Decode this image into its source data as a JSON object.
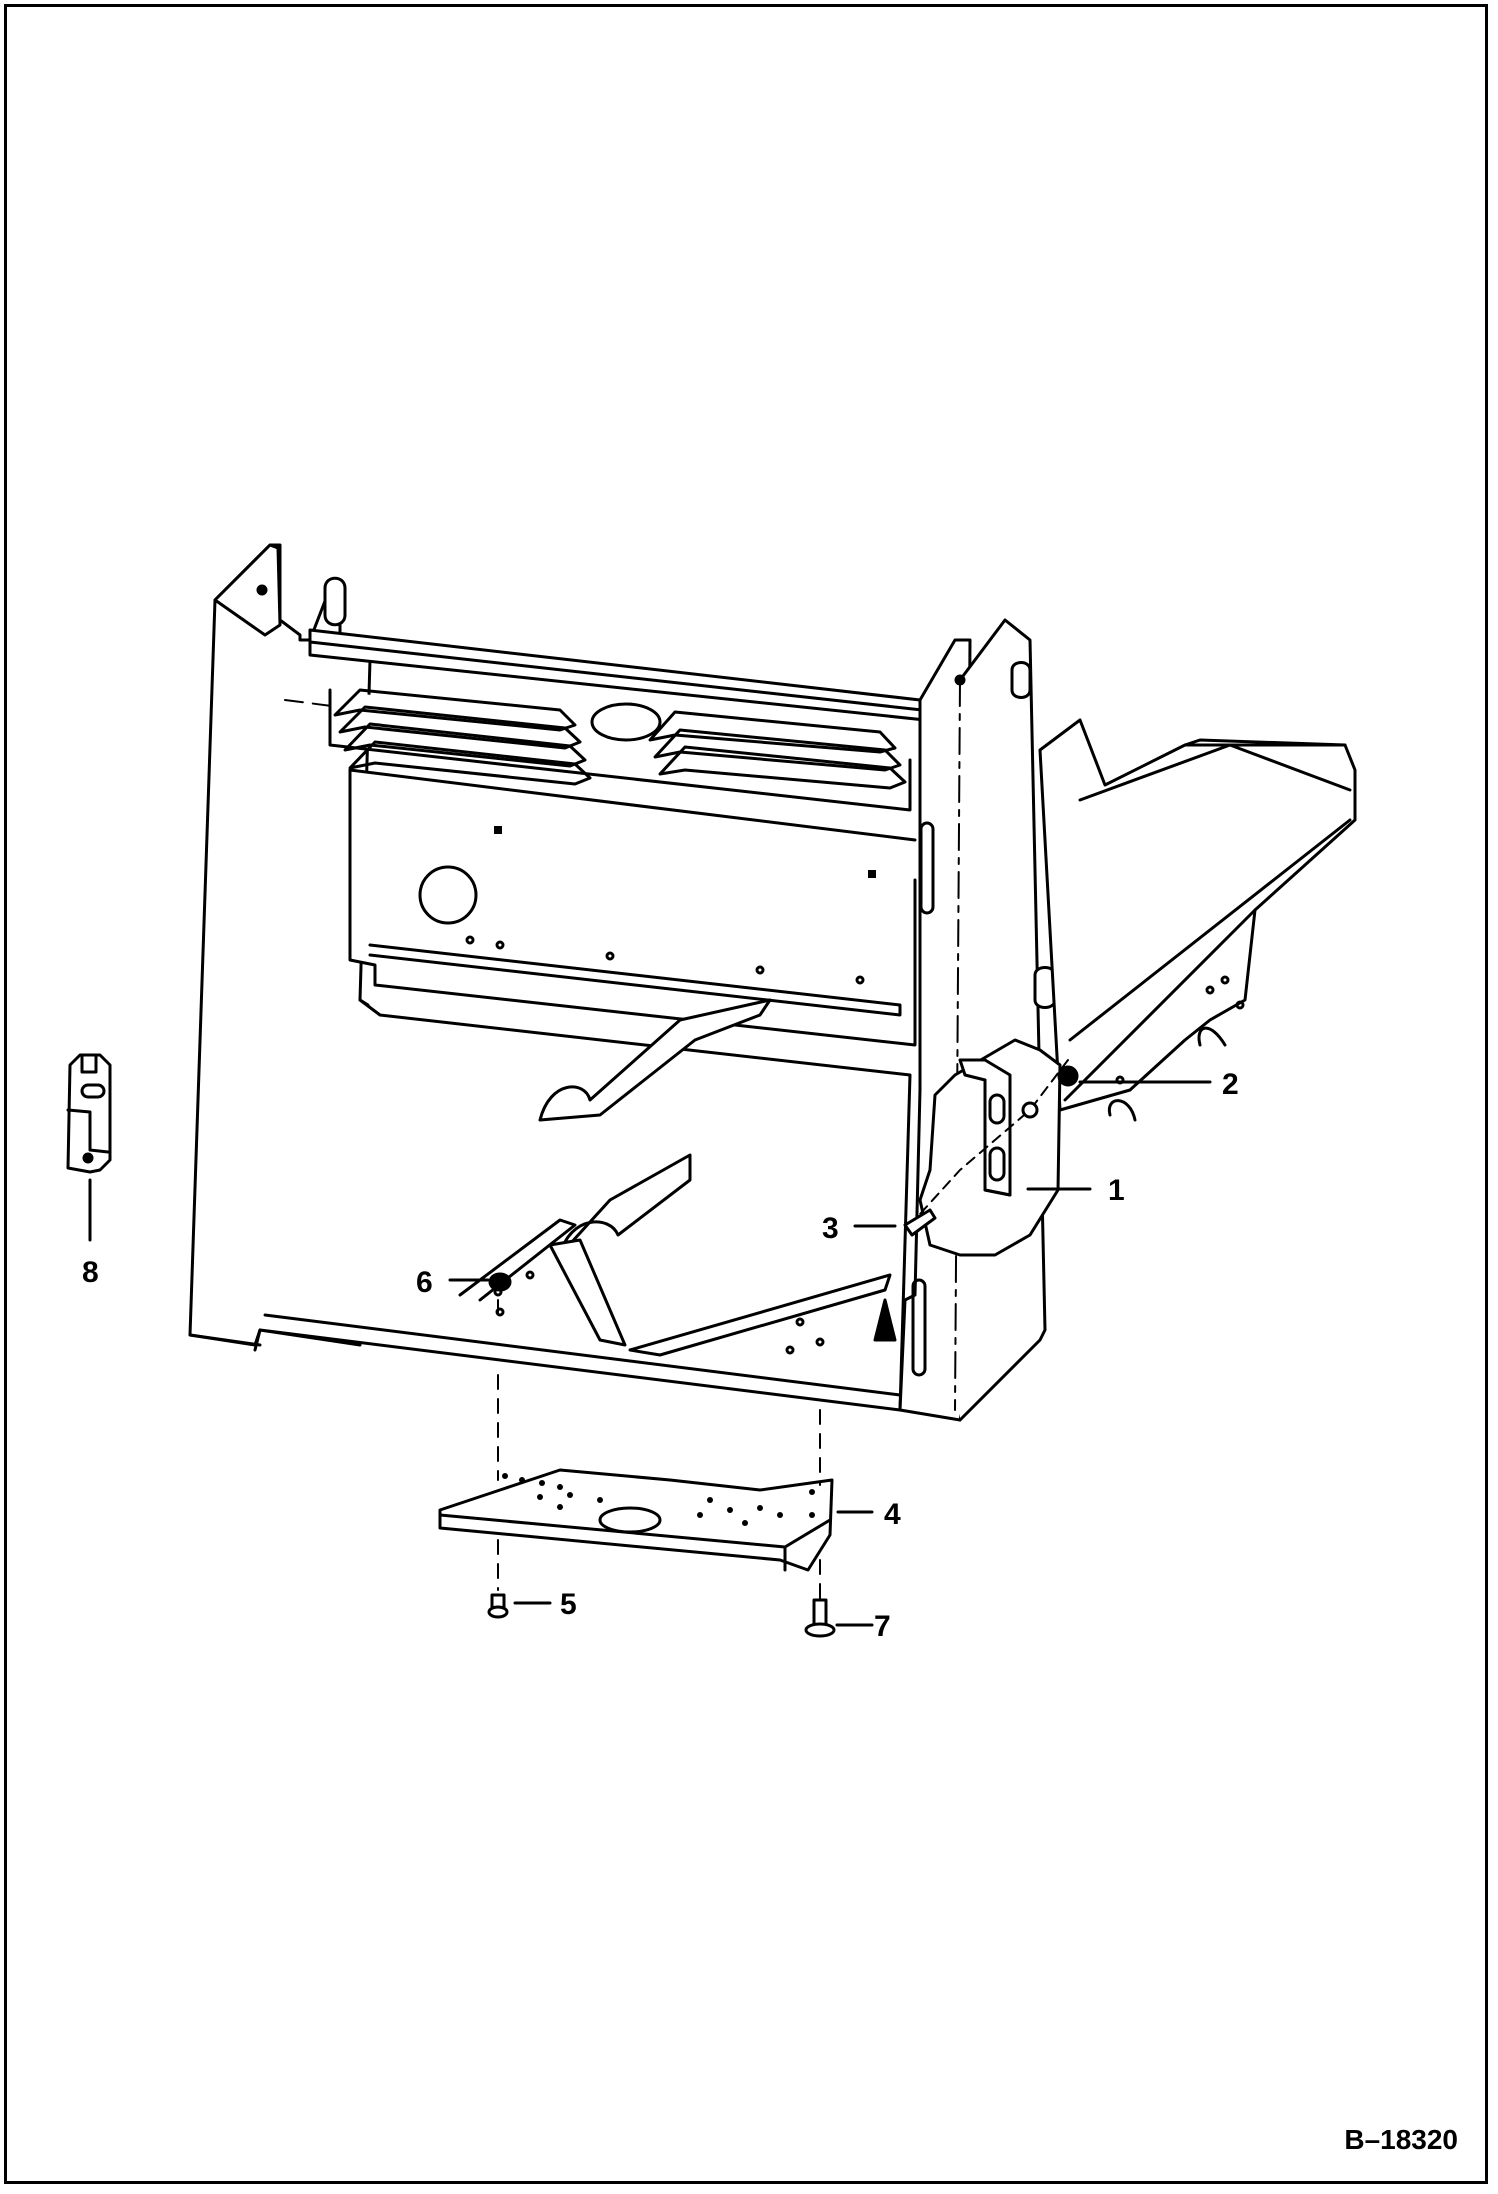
{
  "figure_id": "B–18320",
  "callouts": {
    "c1": "1",
    "c2": "2",
    "c3": "3",
    "c4": "4",
    "c5": "5",
    "c6": "6",
    "c7": "7",
    "c8": "8"
  }
}
